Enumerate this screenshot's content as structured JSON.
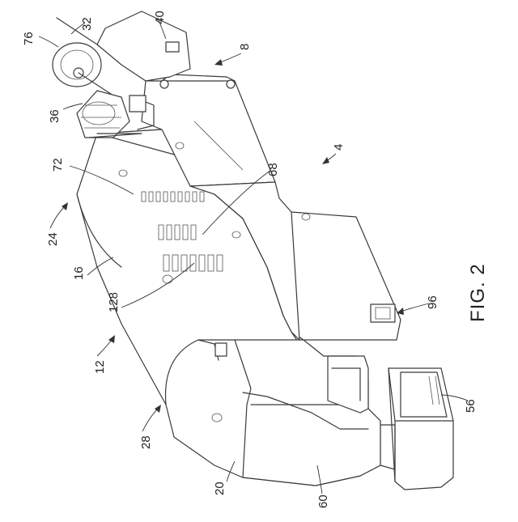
{
  "figure": {
    "caption": "FIG. 2",
    "labels": {
      "l4": "4",
      "l8": "8",
      "l12": "12",
      "l16": "16",
      "l20": "20",
      "l24": "24",
      "l28": "28",
      "l32": "32",
      "l36": "36",
      "l40": "40",
      "l56": "56",
      "l60": "60",
      "l68": "68",
      "l72": "72",
      "l76": "76",
      "l96": "96",
      "l128": "128"
    }
  }
}
